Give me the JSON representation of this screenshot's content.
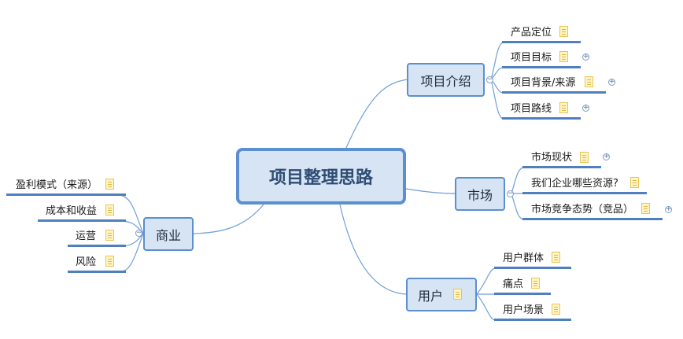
{
  "root": {
    "label": "项目整理思路"
  },
  "branches": {
    "intro": {
      "label": "项目介绍",
      "items": [
        "产品定位",
        "项目目标",
        "项目背景/来源",
        "项目路线"
      ]
    },
    "market": {
      "label": "市场",
      "items": [
        "市场现状",
        "我们企业哪些资源?",
        "市场竞争态势（竞品）"
      ]
    },
    "user": {
      "label": "用户",
      "items": [
        "用户群体",
        "痛点",
        "用户场景"
      ]
    },
    "business": {
      "label": "商业",
      "items": [
        "盈利模式（来源）",
        "成本和收益",
        "运营",
        "风险"
      ]
    }
  },
  "icons": {
    "note": "note-icon",
    "expand": "expand-icon",
    "collapse": "collapse-icon"
  },
  "colors": {
    "node_fill": "#d6e4f4",
    "node_border": "#5b8fcf",
    "line": "#6f9fd8",
    "underline": "#4f7fbf"
  }
}
